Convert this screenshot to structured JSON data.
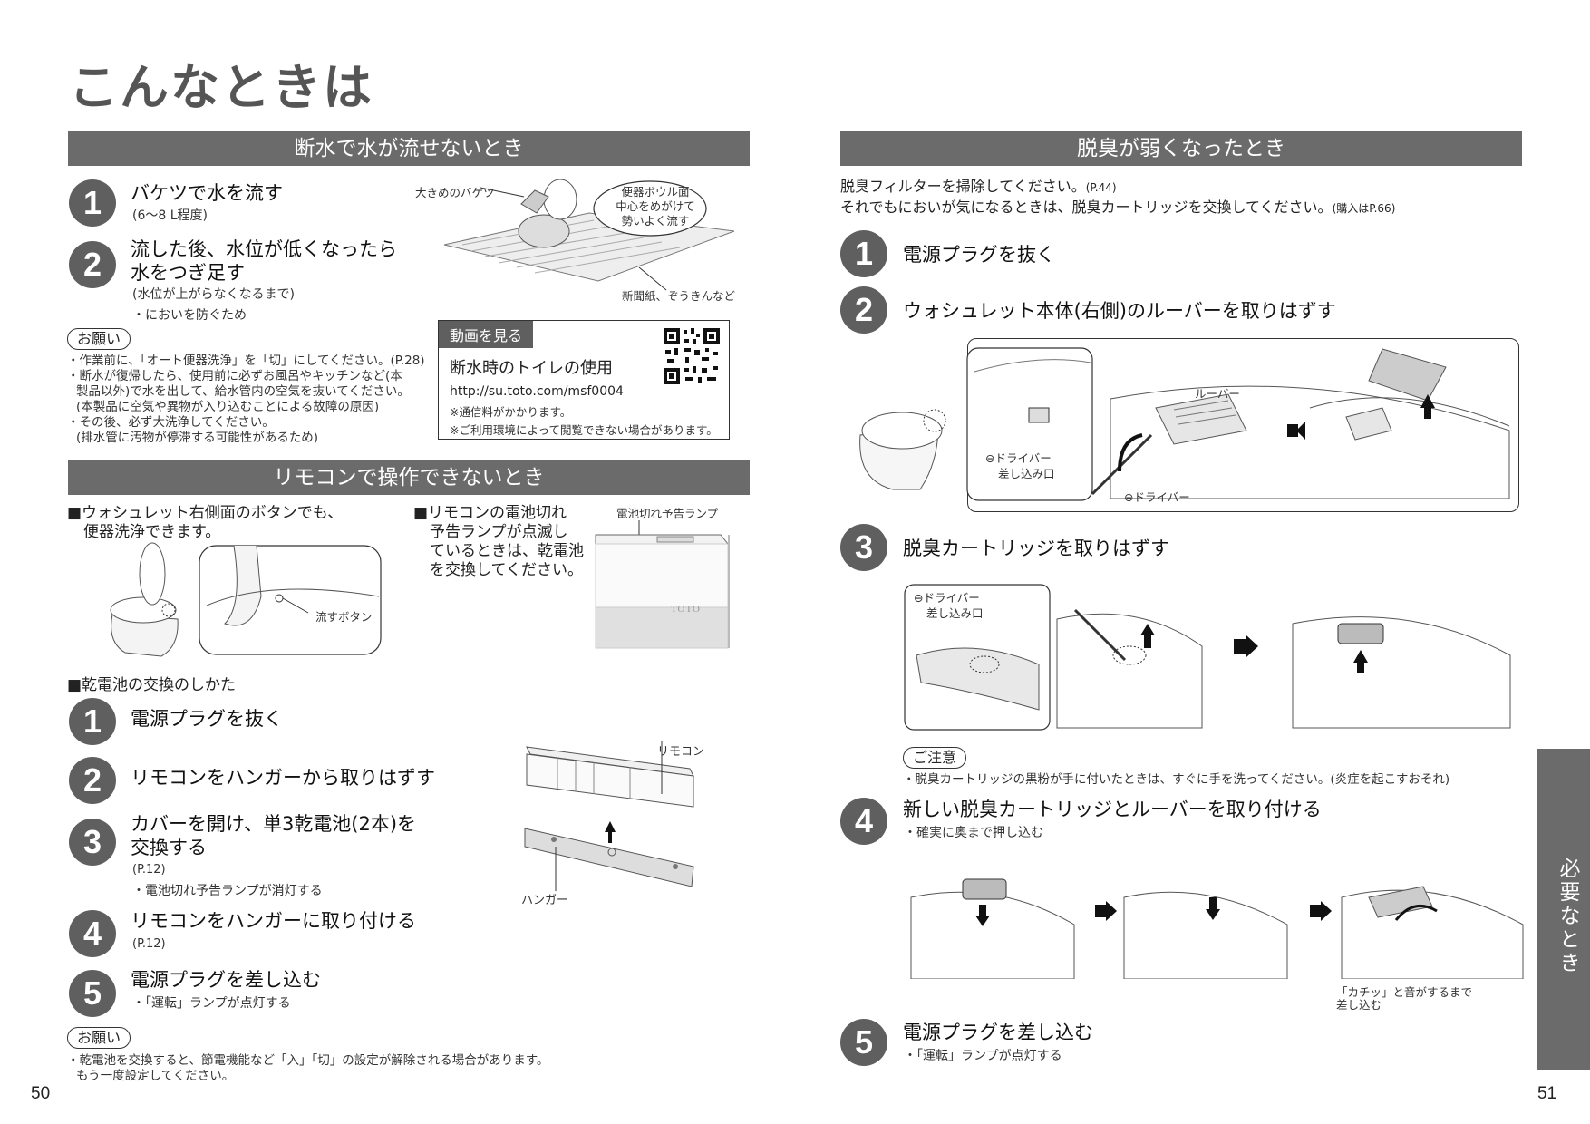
{
  "page_title": "こんなときは",
  "left": {
    "section1": {
      "header": "断水で水が流せないとき",
      "steps": [
        {
          "num": "1",
          "title": "バケツで水を流す",
          "sub": "(6～8 L程度)"
        },
        {
          "num": "2",
          "title_line1": "流した後、水位が低くなったら",
          "title_line2": "水をつぎ足す",
          "sub1": "(水位が上がらなくなるまで)",
          "sub2": "・においを防ぐため"
        }
      ],
      "figure": {
        "bucket_label": "大きめのバケツ",
        "bubble_line1": "便器ボウル面",
        "bubble_line2": "中心をめがけて",
        "bubble_line3": "勢いよく流す",
        "paper_label": "新聞紙、ぞうきんなど"
      },
      "onegai_label": "お願い",
      "notes": [
        "・作業前に、「オート便器洗浄」を「切」にしてください。(P.28)",
        "・断水が復帰したら、使用前に必ずお風呂やキッチンなど(本",
        "製品以外)で水を出して、給水管内の空気を抜いてください。",
        "(本製品に空気や異物が入り込むことによる故障の原因)",
        "・その後、必ず大洗浄してください。",
        "(排水管に汚物が停滞する可能性があるため)"
      ],
      "video": {
        "head": "動画を見る",
        "title": "断水時のトイレの使用",
        "url": "http://su.toto.com/msf0004",
        "note1": "※通信料がかかります。",
        "note2": "※ご利用環境によって閲覧できない場合があります。"
      }
    },
    "section2": {
      "header": "リモコンで操作できないとき",
      "text_a_line1": "■ウォシュレット右側面のボタンでも、",
      "text_a_line2": "便器洗浄できます。",
      "flush_button_label": "流すボタン",
      "text_b_line1": "■リモコンの電池切れ",
      "text_b_line2": "予告ランプが点滅し",
      "text_b_line3": "ているときは、乾電池",
      "text_b_line4": "を交換してください。",
      "lamp_label": "電池切れ予告ランプ",
      "brand": "TOTO"
    },
    "section3": {
      "heading": "■乾電池の交換のしかた",
      "steps": [
        {
          "num": "1",
          "title": "電源プラグを抜く"
        },
        {
          "num": "2",
          "title": "リモコンをハンガーから取りはずす"
        },
        {
          "num": "3",
          "title_line1": "カバーを開け、単3乾電池(2本)を",
          "title_line2": "交換する",
          "sub1": "(P.12)",
          "sub2": "・電池切れ予告ランプが消灯する"
        },
        {
          "num": "4",
          "title": "リモコンをハンガーに取り付ける",
          "sub": "(P.12)"
        },
        {
          "num": "5",
          "title": "電源プラグを差し込む",
          "sub": "・「運転」ランプが点灯する"
        }
      ],
      "remote_label": "リモコン",
      "hanger_label": "ハンガー",
      "onegai_label": "お願い",
      "notes": [
        "・乾電池を交換すると、節電機能など「入」「切」の設定が解除される場合があります。",
        "もう一度設定してください。"
      ]
    },
    "page_number": "50"
  },
  "right": {
    "header": "脱臭が弱くなったとき",
    "intro_line1": "脱臭フィルターを掃除してください。",
    "intro_ref1": "(P.44)",
    "intro_line2": "それでもにおいが気になるときは、脱臭カートリッジを交換してください。",
    "intro_ref2": "(購入はP.66)",
    "steps": [
      {
        "num": "1",
        "title": "電源プラグを抜く"
      },
      {
        "num": "2",
        "title": "ウォシュレット本体(右側)のルーバーを取りはずす"
      },
      {
        "num": "3",
        "title": "脱臭カートリッジを取りはずす"
      },
      {
        "num": "4",
        "title": "新しい脱臭カートリッジとルーバーを取り付ける",
        "sub": "・確実に奥まで押し込む"
      },
      {
        "num": "5",
        "title": "電源プラグを差し込む",
        "sub": "・「運転」ランプが点灯する"
      }
    ],
    "fig2": {
      "slot_label_line1": "⊖ドライバー",
      "slot_label_line2": "差し込み口",
      "louver_label": "ルーバー",
      "driver_label": "⊖ドライバー"
    },
    "fig3": {
      "slot_label_line1": "⊖ドライバー",
      "slot_label_line2": "差し込み口"
    },
    "caution_label": "ご注意",
    "caution_text": "・脱臭カートリッジの黒粉が手に付いたときは、すぐに手を洗ってください。(炎症を起こすおそれ)",
    "fig4": {
      "click_line1": "「カチッ」と音がするまで",
      "click_line2": "差し込む"
    },
    "side_tab": "必要なとき",
    "page_number": "51"
  }
}
